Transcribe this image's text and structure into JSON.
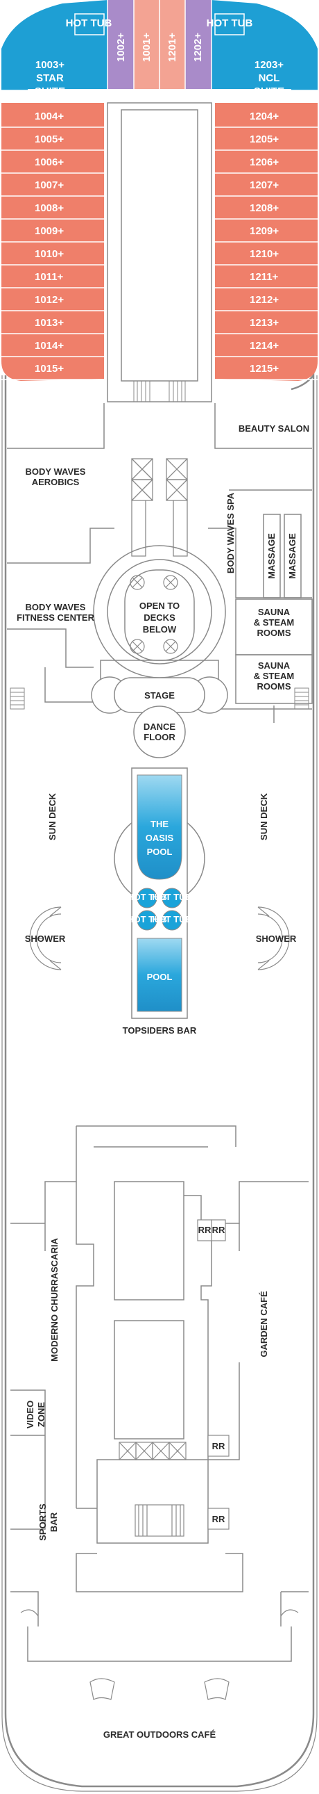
{
  "colors": {
    "suite_blue": "#1e9fd4",
    "cabin_salmon": "#ef7f6a",
    "purple": "#a98bc9",
    "peach": "#f3a393",
    "pool_blue": "#1aa3d9",
    "line": "#8a8a8a"
  },
  "suites": {
    "left_suite": "1003+",
    "left_suite_type_1": "STAR",
    "left_suite_type_2": "SUITE",
    "right_suite": "1203+",
    "right_suite_type_1": "NCL",
    "right_suite_type_2": "SUITE",
    "hot_tub_left": "HOT TUB",
    "hot_tub_right": "HOT TUB",
    "center_cabins": [
      "1002+",
      "1001+",
      "1201+",
      "1202+"
    ]
  },
  "left_cabins": [
    "1004+",
    "1005+",
    "1006+",
    "1007+",
    "1008+",
    "1009+",
    "1010+",
    "1011+",
    "1012+",
    "1013+",
    "1014+",
    "1015+"
  ],
  "right_cabins": [
    "1204+",
    "1205+",
    "1206+",
    "1207+",
    "1208+",
    "1209+",
    "1210+",
    "1211+",
    "1212+",
    "1213+",
    "1214+",
    "1215+"
  ],
  "venues": {
    "beauty_salon": "BEAUTY SALON",
    "aerobics_1": "BODY WAVES",
    "aerobics_2": "AEROBICS",
    "spa": "BODY WAVES SPA",
    "massage_1": "MASSAGE",
    "massage_2": "MASSAGE",
    "fitness_1": "BODY WAVES",
    "fitness_2": "FITNESS CENTER",
    "open_1": "OPEN TO",
    "open_2": "DECKS",
    "open_3": "BELOW",
    "sauna_a_1": "SAUNA",
    "sauna_a_2": "& STEAM",
    "sauna_a_3": "ROOMS",
    "sauna_b_1": "SAUNA",
    "sauna_b_2": "& STEAM",
    "sauna_b_3": "ROOMS",
    "stage": "STAGE",
    "dance_1": "DANCE",
    "dance_2": "FLOOR",
    "sun_deck_left": "SUN DECK",
    "sun_deck_right": "SUN DECK",
    "pool_1": "THE",
    "pool_2": "OASIS",
    "pool_3": "POOL",
    "hot_tubs": [
      "HOT TUB",
      "HOT TUB",
      "HOT TUB",
      "HOT TUB"
    ],
    "shower_left": "SHOWER",
    "shower_right": "SHOWER",
    "kids_pool": "POOL",
    "topsiders": "TOPSIDERS BAR",
    "rr_1": "RR",
    "rr_2": "RR",
    "rr_3": "RR",
    "rr_4": "RR",
    "churrascaria": "MODERNO CHURRASCARIA",
    "garden_cafe": "GARDEN CAFÉ",
    "video_1": "VIDEO",
    "video_2": "ZONE",
    "sports_1": "SPORTS",
    "sports_2": "BAR",
    "great_outdoors": "GREAT OUTDOORS CAFÉ"
  }
}
